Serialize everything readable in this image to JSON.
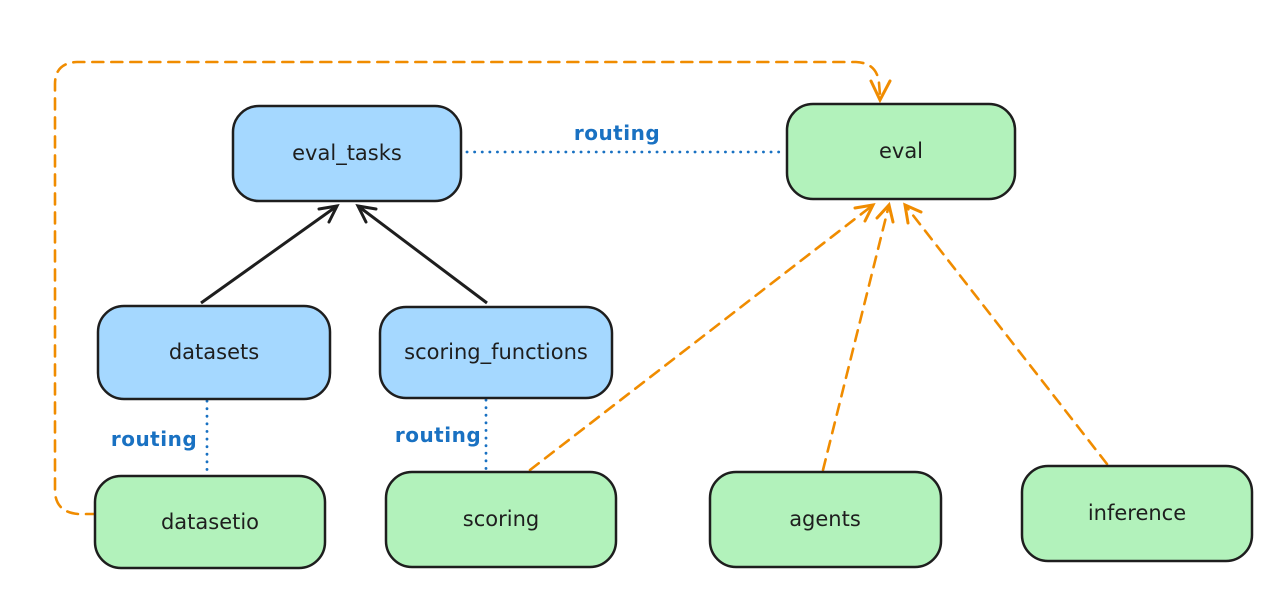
{
  "diagram": {
    "background": "#ffffff",
    "colors": {
      "resource_fill": "#a5d8ff",
      "provider_fill": "#b2f2bb",
      "node_stroke": "#1e1e1e",
      "node_text": "#1e1e1e",
      "solid_edge": "#1e1e1e",
      "routing_edge": "#1971c2",
      "provider_edge": "#f08c00"
    },
    "nodes": [
      {
        "id": "eval_tasks",
        "label": "eval_tasks",
        "kind": "resource"
      },
      {
        "id": "eval",
        "label": "eval",
        "kind": "provider-api"
      },
      {
        "id": "datasets",
        "label": "datasets",
        "kind": "resource"
      },
      {
        "id": "scoring_functions",
        "label": "scoring_functions",
        "kind": "resource"
      },
      {
        "id": "datasetio",
        "label": "datasetio",
        "kind": "provider-api"
      },
      {
        "id": "scoring",
        "label": "scoring",
        "kind": "provider-api"
      },
      {
        "id": "agents",
        "label": "agents",
        "kind": "provider-api"
      },
      {
        "id": "inference",
        "label": "inference",
        "kind": "provider-api"
      }
    ],
    "edge_labels": {
      "routing": "routing"
    },
    "edges": [
      {
        "from": "datasets",
        "to": "eval_tasks",
        "style": "solid-arrow",
        "color": "#1e1e1e"
      },
      {
        "from": "scoring_functions",
        "to": "eval_tasks",
        "style": "solid-arrow",
        "color": "#1e1e1e"
      },
      {
        "from": "eval_tasks",
        "to": "eval",
        "style": "dotted",
        "label": "routing",
        "color": "#1971c2"
      },
      {
        "from": "datasets",
        "to": "datasetio",
        "style": "dotted",
        "label": "routing",
        "color": "#1971c2"
      },
      {
        "from": "scoring_functions",
        "to": "scoring",
        "style": "dotted",
        "label": "routing",
        "color": "#1971c2"
      },
      {
        "from": "scoring",
        "to": "eval",
        "style": "dashed-arrow",
        "color": "#f08c00"
      },
      {
        "from": "agents",
        "to": "eval",
        "style": "dashed-arrow",
        "color": "#f08c00"
      },
      {
        "from": "inference",
        "to": "eval",
        "style": "dashed-arrow",
        "color": "#f08c00"
      },
      {
        "from": "datasetio",
        "to": "eval",
        "style": "dashed-arrow",
        "color": "#f08c00",
        "route": "around-left-and-top"
      }
    ]
  }
}
